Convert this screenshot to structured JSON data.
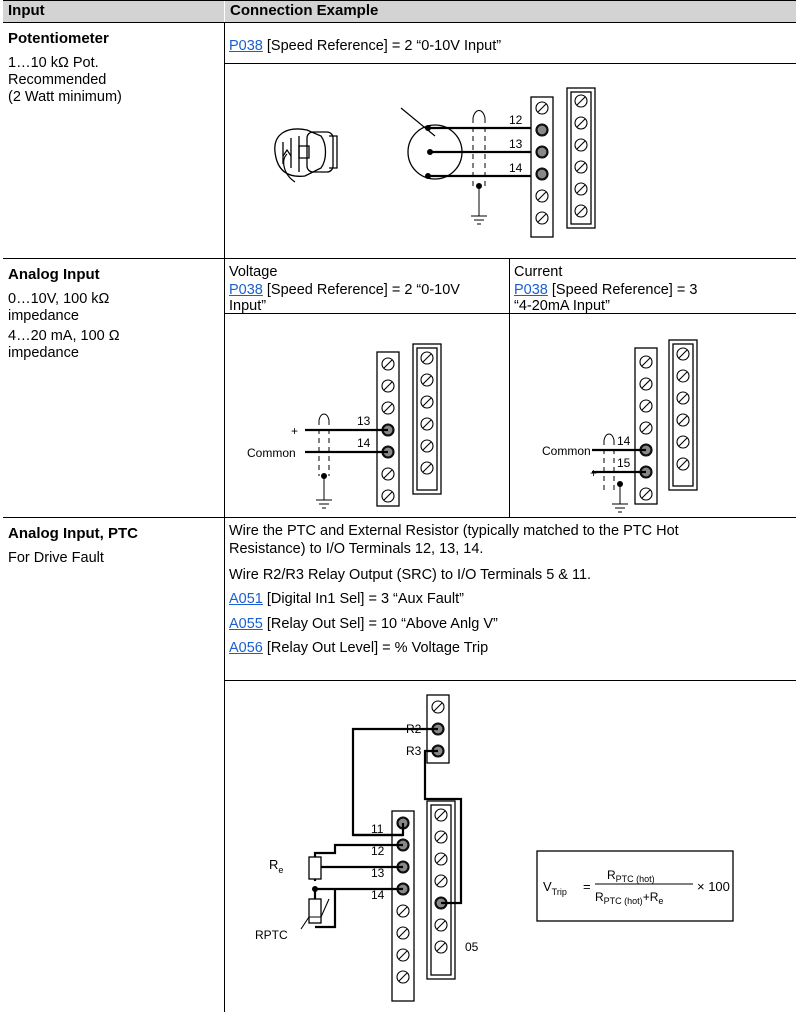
{
  "header": {
    "col1": "Input",
    "col2": "Connection Example"
  },
  "potentiometer": {
    "title": "Potentiometer",
    "line1": "1…10 kΩ Pot.",
    "line2": "Recommended",
    "line3": "(2 Watt minimum)",
    "param_link": "P038",
    "param_text": " [Speed Reference] = 2 “0-10V Input”",
    "terminals": [
      "12",
      "13",
      "14"
    ]
  },
  "analog_input": {
    "title": "Analog Input",
    "voltage_spec_1": "0…10V, 100 kΩ",
    "voltage_spec_2": "impedance",
    "current_spec_1": "4…20 mA, 100 Ω",
    "current_spec_2": "impedance",
    "voltage": {
      "heading": "Voltage",
      "param_link": "P038",
      "param_text_1": " [Speed Reference] = 2 “0-10V",
      "param_text_2": "Input”",
      "plus": "+",
      "common": "Common",
      "terminals": [
        "13",
        "14"
      ]
    },
    "current": {
      "heading": "Current",
      "param_link": "P038",
      "param_text_1": " [Speed Reference] = 3",
      "param_text_2": "“4-20mA Input”",
      "plus": "+",
      "common": "Common",
      "terminals": [
        "14",
        "15"
      ]
    }
  },
  "ptc": {
    "title": "Analog Input, PTC",
    "subtitle": "For Drive Fault",
    "desc1_a": "Wire the PTC and External Resistor (typically matched to the PTC Hot",
    "desc1_b": "Resistance) to I/O Terminals 12, 13, 14.",
    "desc2": "Wire R2/R3 Relay Output (SRC) to I/O Terminals 5 & 11.",
    "params": [
      {
        "link": "A051",
        "text": " [Digital In1 Sel] = 3 “Aux Fault”"
      },
      {
        "link": "A055",
        "text": " [Relay Out Sel] = 10 “Above Anlg V”"
      },
      {
        "link": "A056",
        "text": " [Relay Out Level] = % Voltage Trip"
      }
    ],
    "relay_labels": [
      "R2",
      "R3"
    ],
    "terminals": [
      "11",
      "12",
      "13",
      "14"
    ],
    "terminal_05": "05",
    "re_label": "R",
    "re_sub": "e",
    "rptc_label": "RPTC",
    "formula": {
      "v": "V",
      "trip": "Trip",
      "eq": "=",
      "r": "R",
      "ptc_hot": "PTC (hot)",
      "plus": "+",
      "re_r": "R",
      "re_sub": "e",
      "times": "× 100"
    }
  }
}
